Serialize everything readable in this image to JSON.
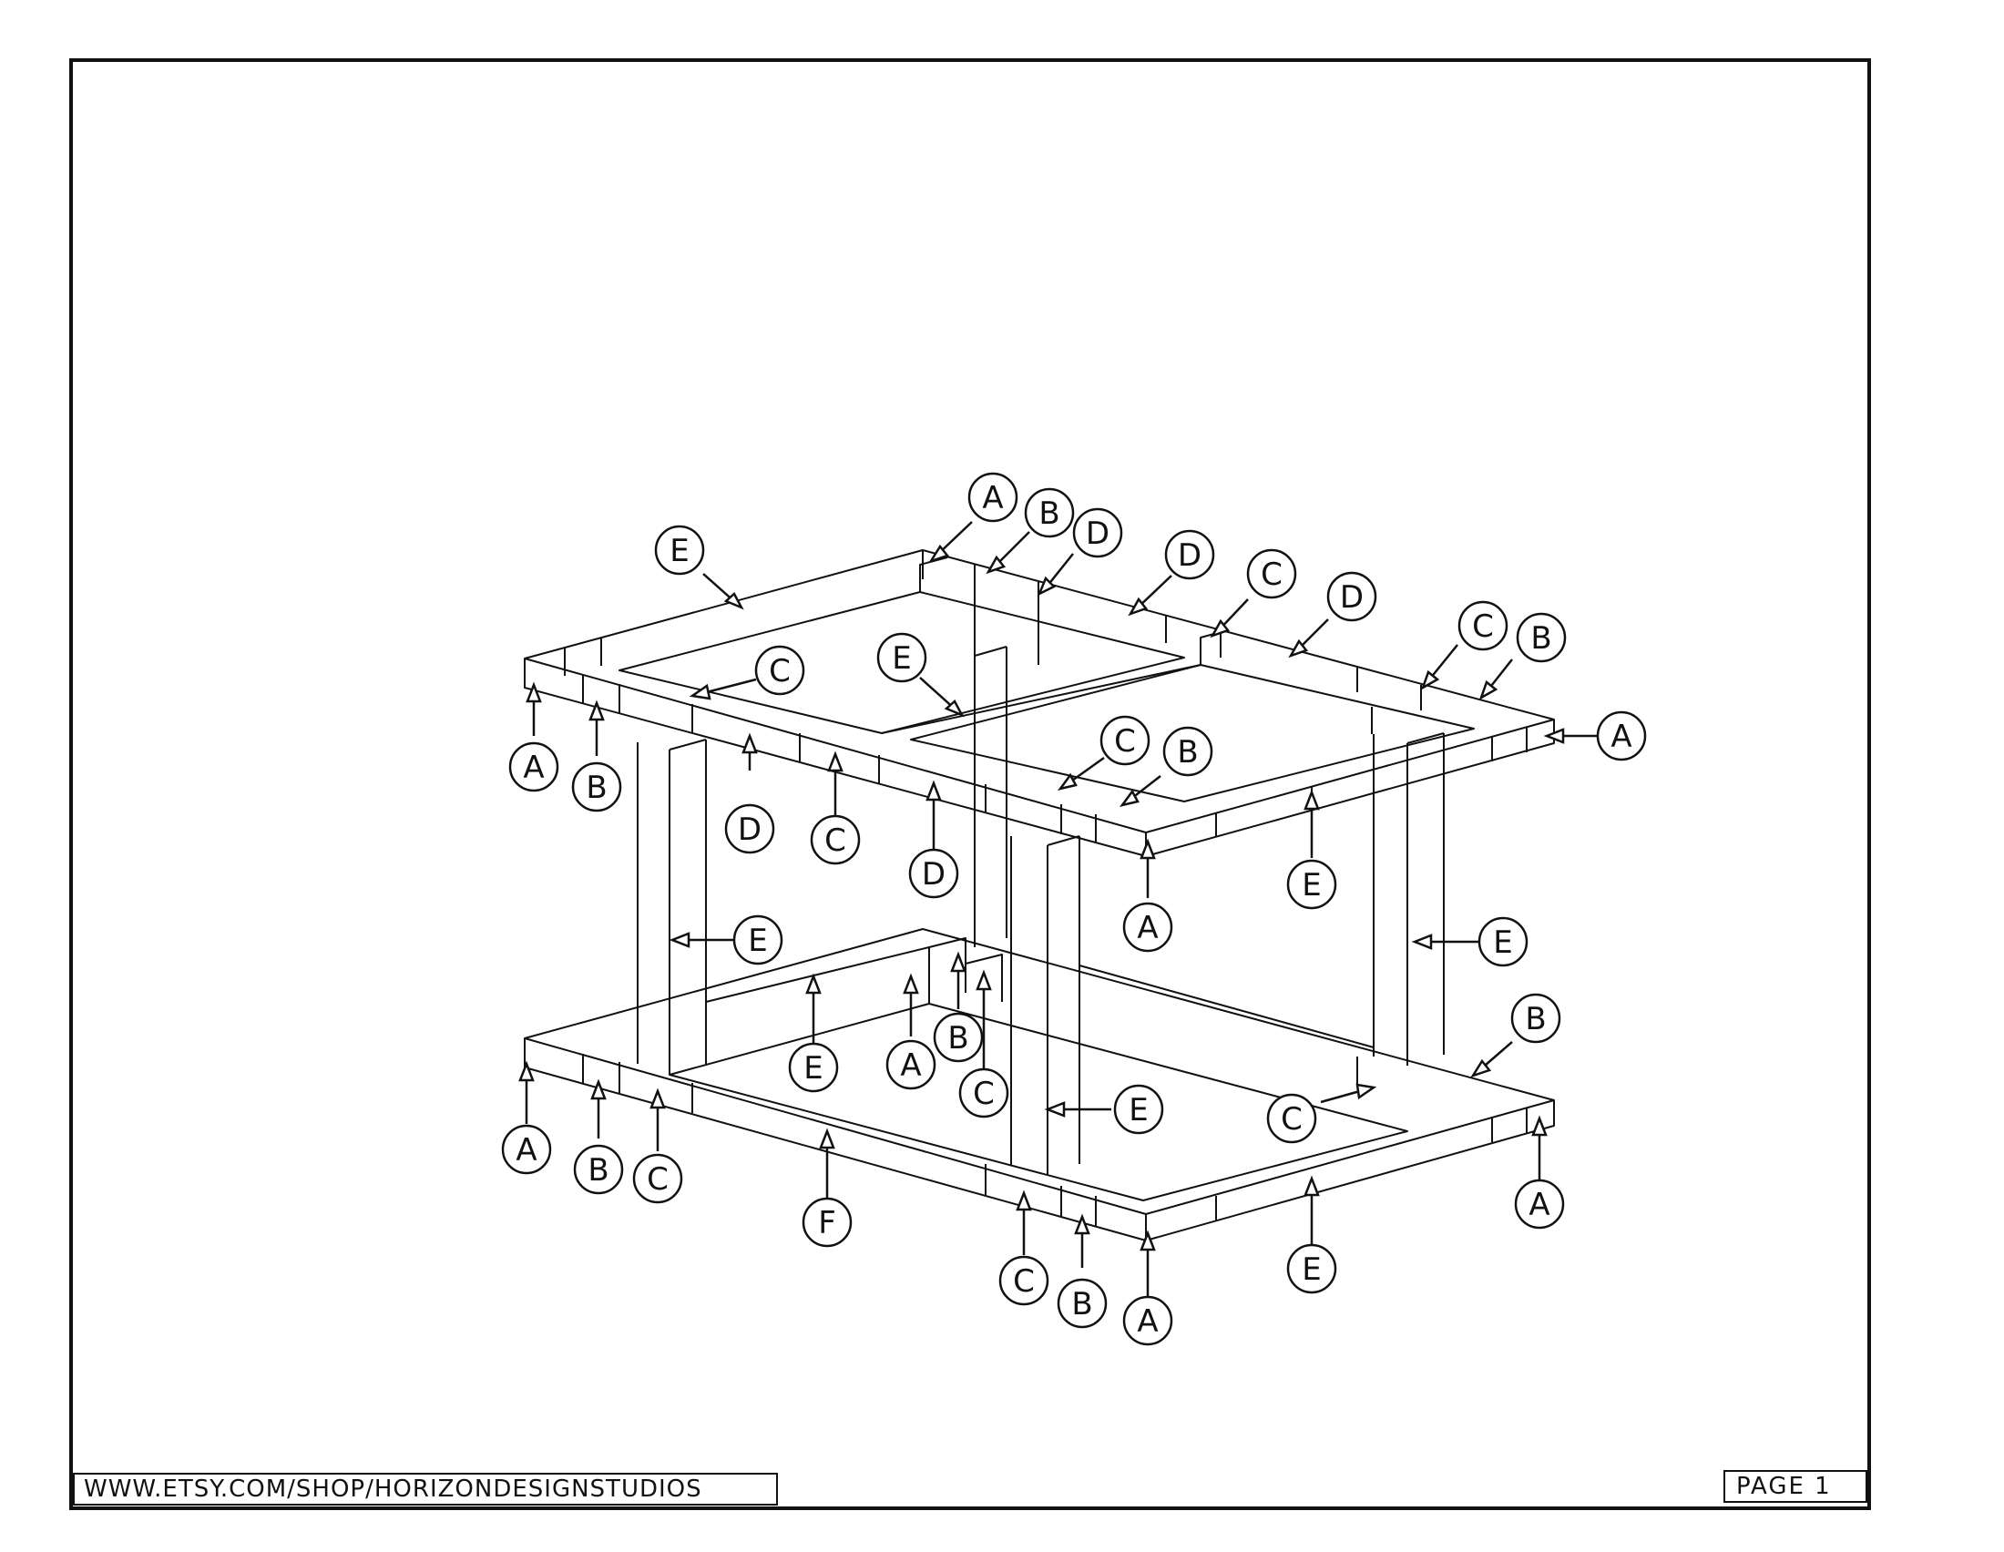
{
  "footer": {
    "url": "WWW.ETSY.COM/SHOP/HORIZONDESIGNSTUDIOS",
    "page": "PAGE 1"
  },
  "colors": {
    "ink": "#111111",
    "paper": "#ffffff"
  },
  "callout_letters": [
    "A",
    "B",
    "C",
    "D",
    "E",
    "F"
  ],
  "labels": {
    "top_back_1": "A",
    "top_back_2": "B",
    "top_back_3": "D",
    "top_back_4": "D",
    "top_back_5": "C",
    "top_back_6": "D",
    "top_back_7": "C",
    "top_back_8": "B",
    "top_right_end": "A",
    "top_left_side": "E",
    "top_inner_c": "C",
    "top_center_e": "E",
    "top_mid_c": "C",
    "top_mid_b": "B",
    "top_left_a": "A",
    "top_left_b": "B",
    "top_front_d1": "D",
    "top_front_c": "C",
    "top_front_d2": "D",
    "top_front_a": "A",
    "top_front_e": "E",
    "leg_left_e": "E",
    "leg_right_e": "E",
    "bot_inner_e": "E",
    "bot_inner_a": "A",
    "bot_inner_b": "B",
    "bot_inner_c": "C",
    "bot_right_b": "B",
    "bot_mid_e": "E",
    "bot_inner_c2": "C",
    "bot_left_a": "A",
    "bot_left_b": "B",
    "bot_left_c": "C",
    "bot_front_f": "F",
    "bot_front_c": "C",
    "bot_front_b": "B",
    "bot_front_a": "A",
    "bot_front_e": "E",
    "bot_right_a": "A"
  }
}
